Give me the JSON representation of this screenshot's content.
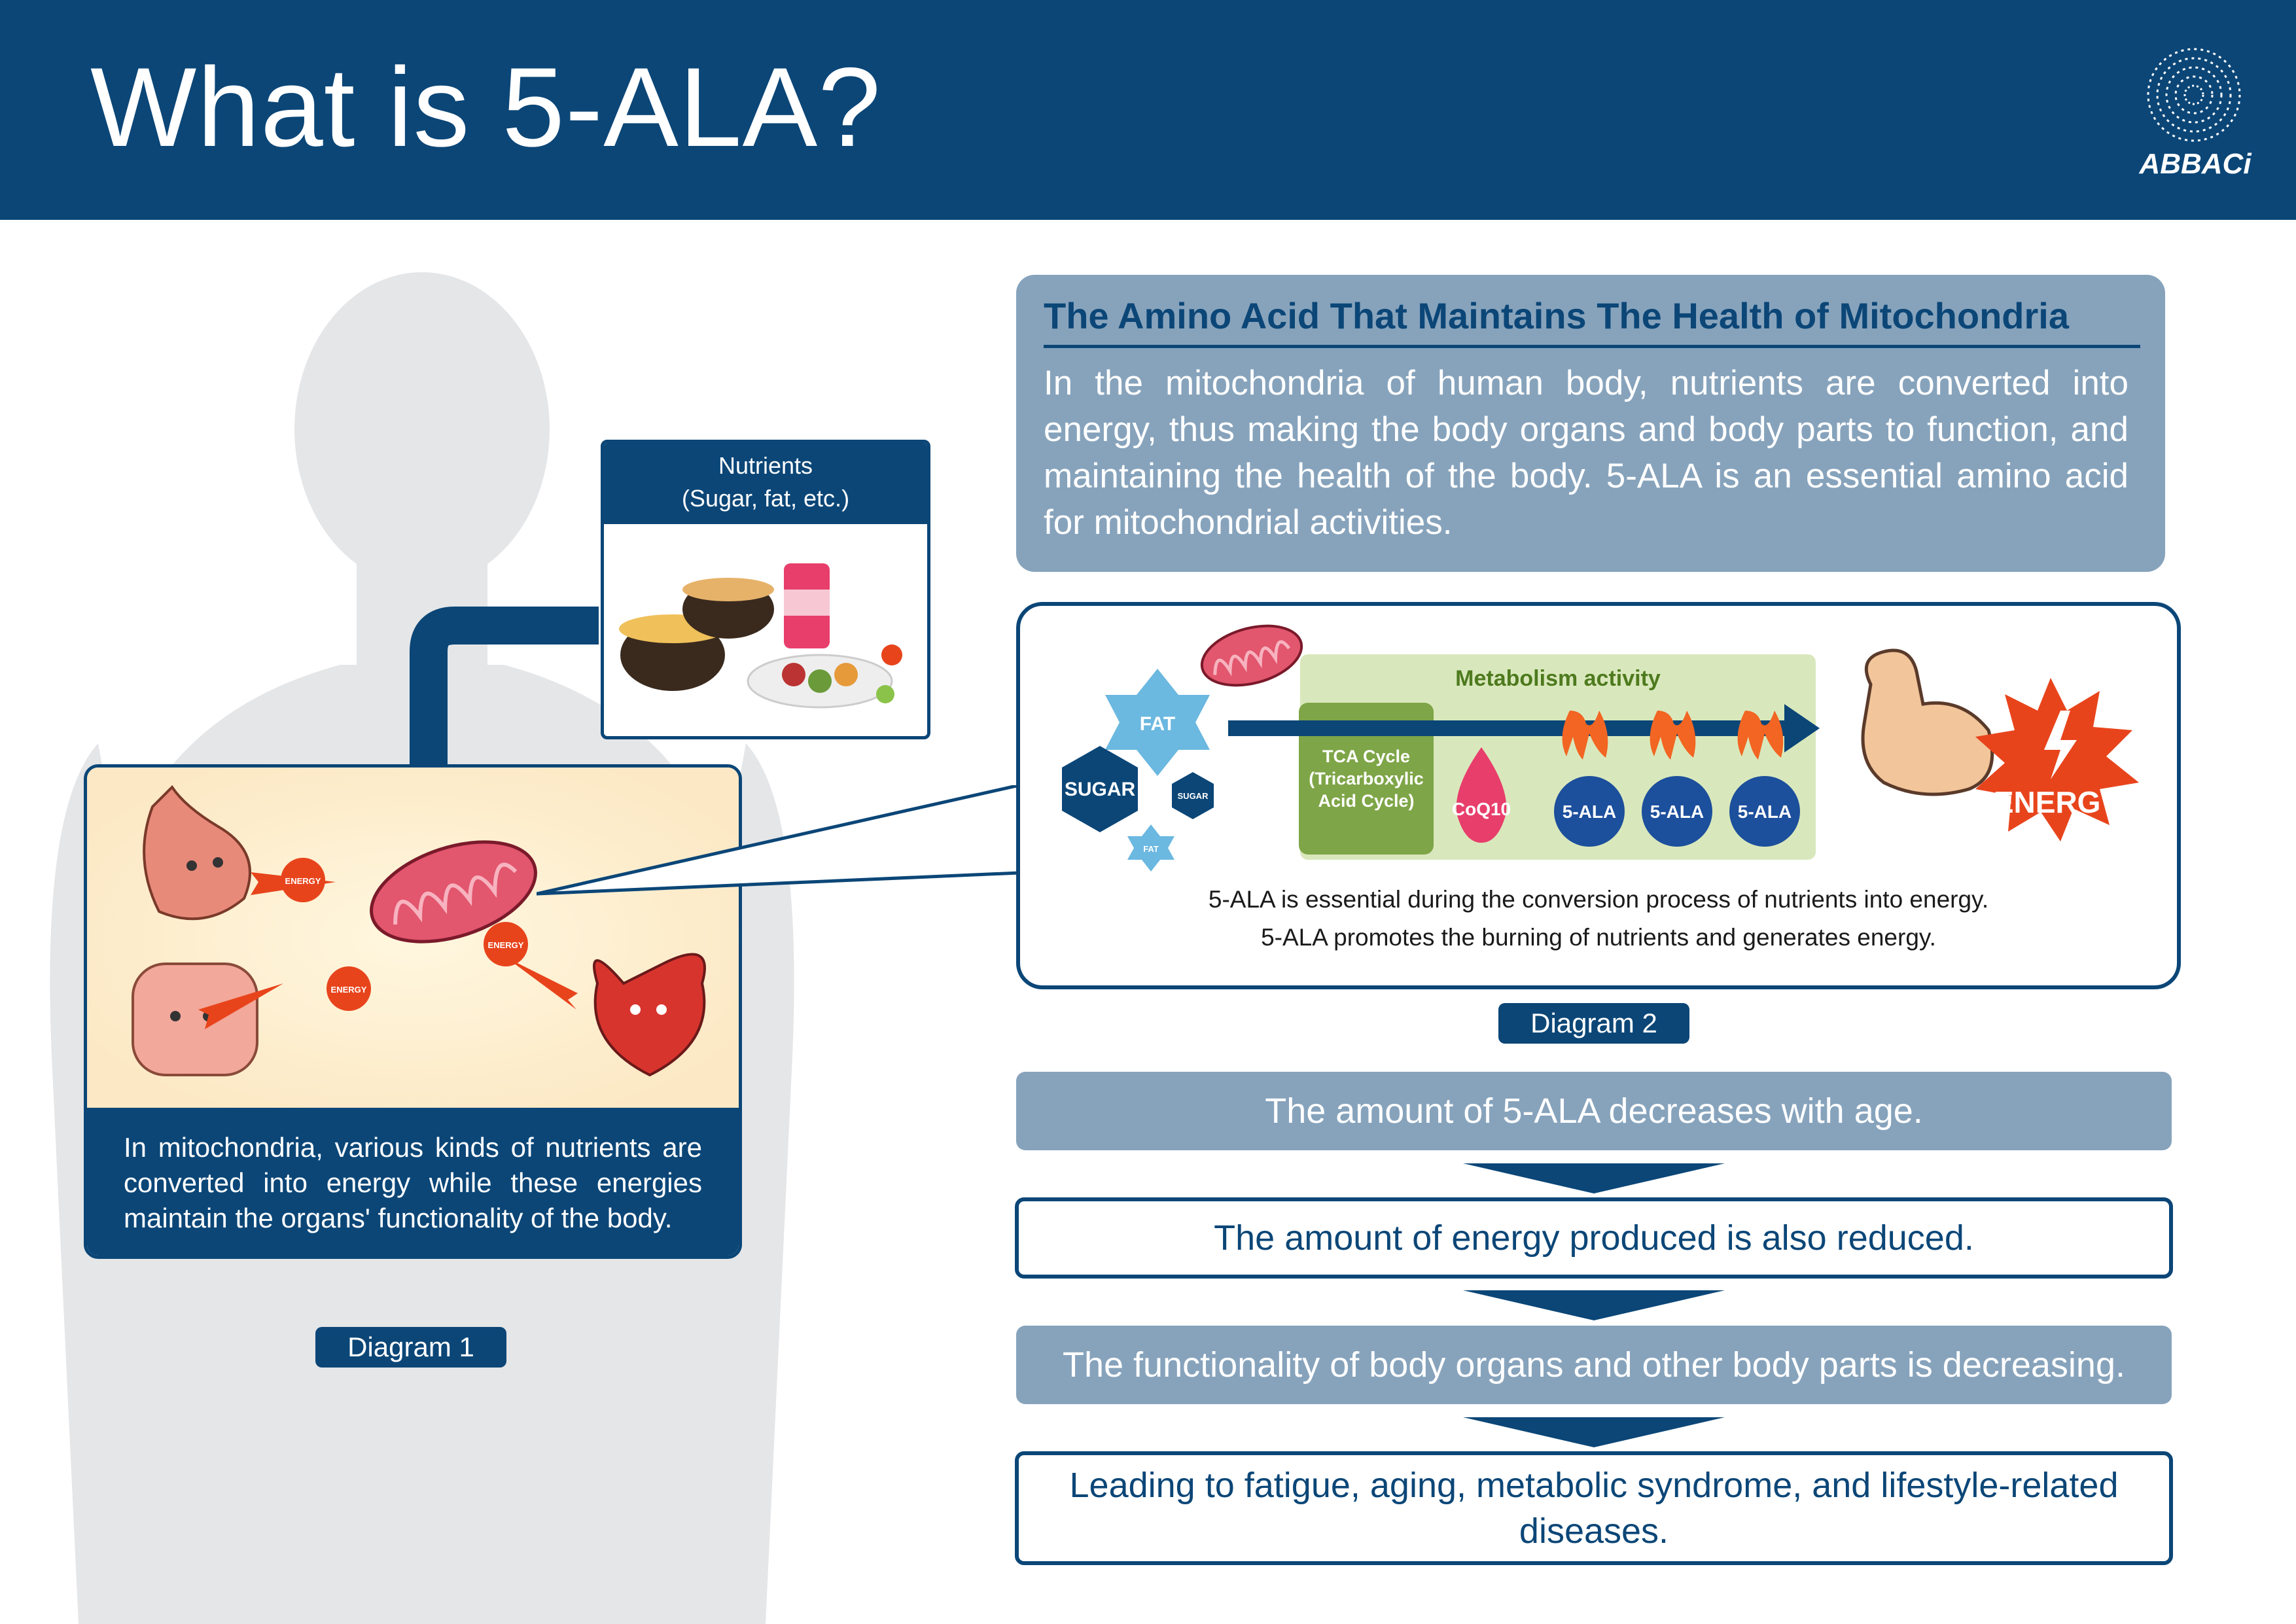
{
  "header": {
    "title": "What is 5-ALA?",
    "logo_text": "ABBACi",
    "background": "#0b4677"
  },
  "nutrients": {
    "title": "Nutrients",
    "subtitle": "(Sugar, fat, etc.)"
  },
  "diagram1": {
    "energy_label": "ENERGY",
    "caption": "In mitochondria, various kinds of nutrients are converted into energy while these energies maintain the organs' functionality of the body.",
    "label": "Diagram 1"
  },
  "intro": {
    "heading": "The Amino Acid That Maintains The Health of Mitochondria",
    "body": "In the mitochondria of human body, nutrients are converted into energy, thus making the body organs and body parts to function, and maintaining the health of the body. 5-ALA is an essential amino acid for mitochondrial activities."
  },
  "diagram2": {
    "fat_big": "FAT",
    "sugar_big": "SUGAR",
    "sugar_small": "SUGAR",
    "fat_small": "FAT",
    "metabolism_title": "Metabolism activity",
    "tca_line1": "TCA Cycle",
    "tca_line2": "(Tricarboxylic",
    "tca_line3": "Acid Cycle)",
    "coq10": "CoQ10",
    "ala_1": "5-ALA",
    "ala_2": "5-ALA",
    "ala_3": "5-ALA",
    "energy": "ENERGY",
    "caption_1": "5-ALA is essential during the conversion process of nutrients into energy.",
    "caption_2": "5-ALA promotes the burning of nutrients and generates energy.",
    "label": "Diagram 2"
  },
  "steps": [
    {
      "text": "The amount of 5-ALA decreases with age."
    },
    {
      "text": "The amount of energy produced is also reduced."
    },
    {
      "text": "The functionality of body organs and other body parts is decreasing."
    },
    {
      "text": "Leading to fatigue, aging, metabolic syndrome, and lifestyle-related diseases."
    }
  ],
  "colors": {
    "navy": "#0b4677",
    "steel_blue": "#87a3bc",
    "green_panel": "#d9e8bc",
    "tca_green": "#7ea547",
    "energy_orange": "#e8441c",
    "coq10_pink": "#e83e6c",
    "ala_blue": "#1c4f9c"
  }
}
